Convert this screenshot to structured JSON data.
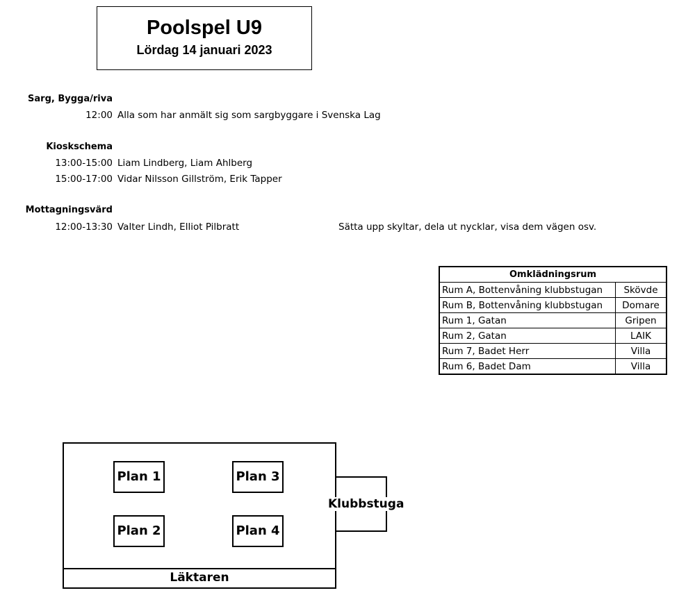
{
  "header": {
    "title": "Poolspel U9",
    "date": "Lördag 14 januari 2023"
  },
  "schedule": {
    "sarg": {
      "heading": "Sarg, Bygga/riva",
      "rows": [
        {
          "time": "12:00",
          "text": "Alla som har anmält sig som sargbyggare i Svenska Lag"
        }
      ]
    },
    "kiosk": {
      "heading": "Kioskschema",
      "rows": [
        {
          "time": "13:00-15:00",
          "text": "Liam Lindberg, Liam Ahlberg"
        },
        {
          "time": "15:00-17:00",
          "text": "Vidar Nilsson Gillström, Erik Tapper"
        }
      ]
    },
    "mottagning": {
      "heading": "Mottagningsvärd",
      "rows": [
        {
          "time": "12:00-13:30",
          "text": "Valter Lindh, Elliot Pilbratt",
          "note": "Sätta upp skyltar, dela ut nycklar, visa dem vägen osv."
        }
      ]
    }
  },
  "rooms": {
    "heading": "Omklädningsrum",
    "rows": [
      {
        "room": "Rum A, Bottenvåning klubbstugan",
        "team": "Skövde"
      },
      {
        "room": "Rum B, Bottenvåning klubbstugan",
        "team": "Domare"
      },
      {
        "room": "Rum 1, Gatan",
        "team": "Gripen"
      },
      {
        "room": "Rum 2, Gatan",
        "team": "LAIK"
      },
      {
        "room": "Rum 7, Badet Herr",
        "team": "Villa"
      },
      {
        "room": "Rum 6, Badet Dam",
        "team": "Villa"
      }
    ]
  },
  "map": {
    "plans": [
      "Plan 1",
      "Plan 2",
      "Plan 3",
      "Plan 4"
    ],
    "clubhouse": "Klubbstuga",
    "stands": "Läktaren"
  }
}
